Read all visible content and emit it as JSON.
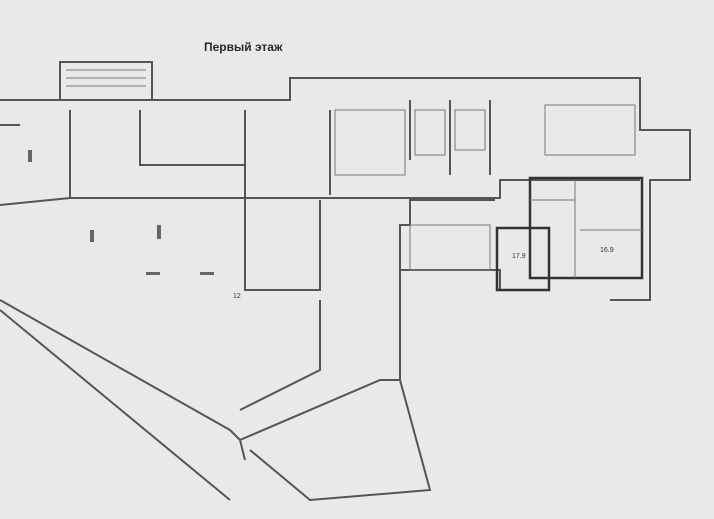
{
  "title": "Первый этаж",
  "rooms": [
    {
      "label": "17.9"
    },
    {
      "label": "16.9"
    },
    {
      "label": "12"
    }
  ]
}
